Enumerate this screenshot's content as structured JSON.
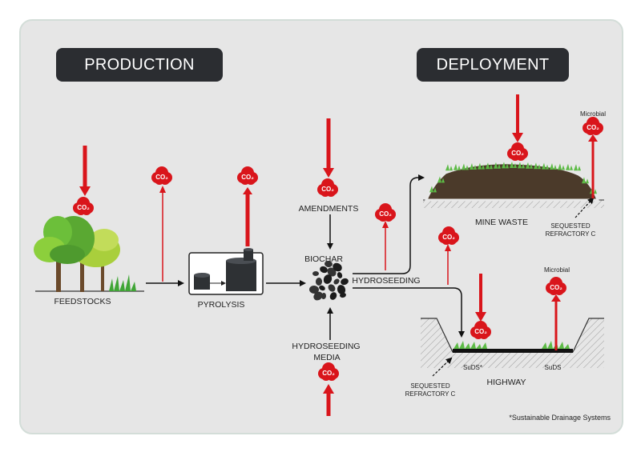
{
  "headers": {
    "production": "PRODUCTION",
    "deployment": "DEPLOYMENT"
  },
  "labels": {
    "feedstocks": "FEEDSTOCKS",
    "pyrolysis": "PYROLYSIS",
    "amendments": "AMENDMENTS",
    "biochar": "BIOCHAR",
    "hydroseeding": "HYDROSEEDING",
    "hydroseeding_media_1": "HYDROSEEDING",
    "hydroseeding_media_2": "MEDIA",
    "mine_waste": "MINE WASTE",
    "highway": "HIGHWAY",
    "sequested_mine_1": "SEQUESTED",
    "sequested_mine_2": "REFRACTORY C",
    "sequested_hwy_1": "SEQUESTED",
    "sequested_hwy_2": "REFRACTORY C",
    "microbial_top": "Microbial",
    "microbial_bottom": "Microbial",
    "suds_left": "SuDS*",
    "suds_right": "SuDS",
    "co2": "CO₂"
  },
  "footnote": "*Sustainable Drainage Systems",
  "colors": {
    "arrow_red": "#d9151b",
    "cloud_red": "#d9151b",
    "header_bg": "#2b2d31",
    "panel_bg": "#e6e6e6"
  },
  "icons": [
    "tree-icon",
    "grass-icon",
    "pyrolysis-tank-icon",
    "biochar-pile-icon",
    "co2-cloud-icon",
    "soil-mound-icon",
    "road-trench-icon"
  ]
}
